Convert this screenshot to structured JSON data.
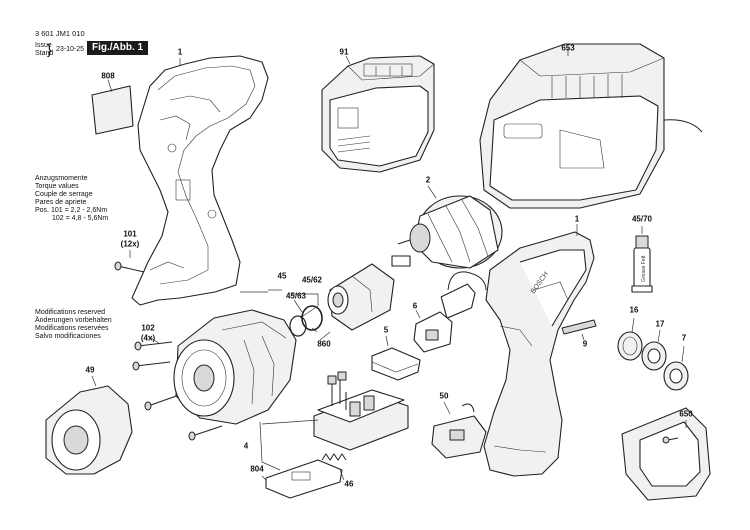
{
  "header": {
    "doc_number": "3 601 JM1 010",
    "issue_label": "Issue",
    "stand_label": "Stand",
    "issue_date": "23-10-25",
    "fig_label": "Fig./Abb. 1"
  },
  "torque_note": {
    "line1": "Anzugsmomente",
    "line2": "Torque values",
    "line3": "Couple de serrage",
    "line4": "Pares de apriete",
    "line5": "Pos.  101 = 2,2 - 2,6Nm",
    "line6": "102 = 4,8 - 5,6Nm"
  },
  "modifications_note": {
    "line1": "Modifications reserved",
    "line2": "Änderungen vorbehalten",
    "line3": "Modifications reservées",
    "line4": "Salvo modificaciones"
  },
  "parts": {
    "p1a": "1",
    "p808": "808",
    "p91": "91",
    "p653": "653",
    "p2": "2",
    "p1b": "1",
    "p4570": "45/70",
    "p101": "101",
    "p101q": "(12x)",
    "p45": "45",
    "p4562": "45/62",
    "p4563": "45/63",
    "p860": "860",
    "p6": "6",
    "p102": "102",
    "p102q": "(4x)",
    "p5": "5",
    "p9": "9",
    "p16": "16",
    "p17": "17",
    "p7": "7",
    "p49": "49",
    "p50": "50",
    "p650": "650",
    "p4": "4",
    "p804": "804",
    "p46": "46"
  },
  "grease_tube_text": "Grease Fett"
}
